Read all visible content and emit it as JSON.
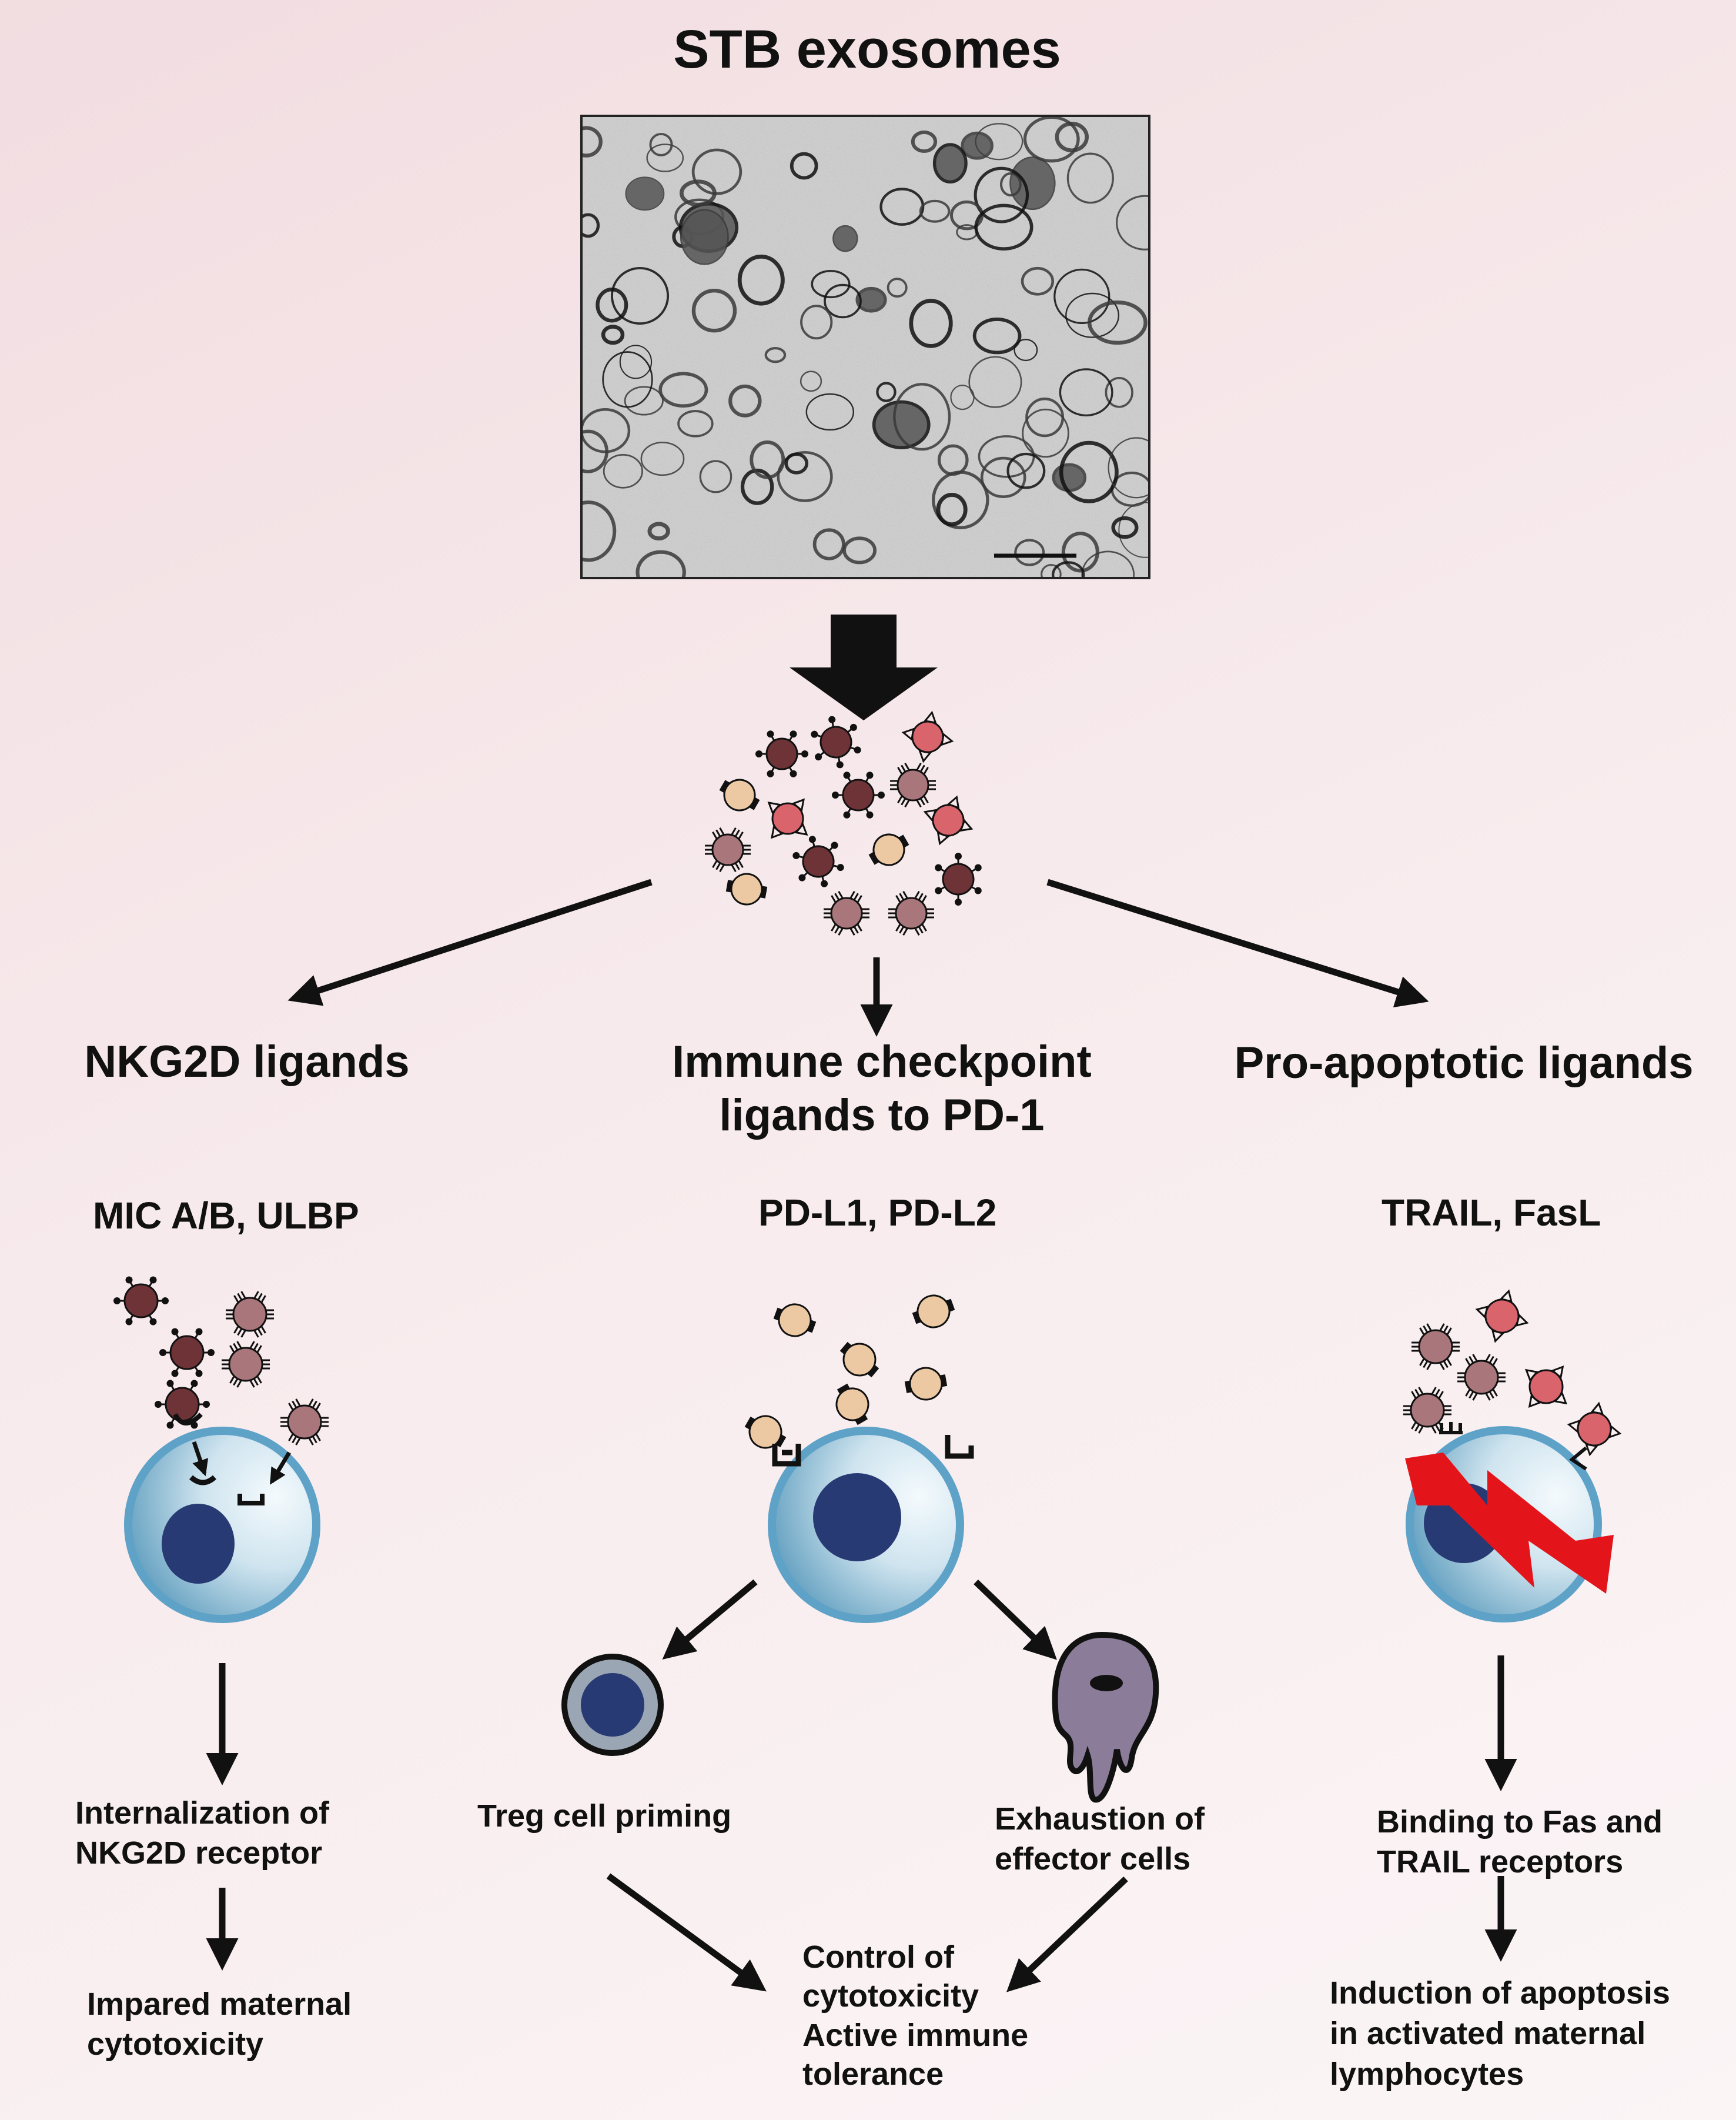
{
  "title": "STB exosomes",
  "branches": {
    "nkg2d": {
      "heading": "NKG2D ligands",
      "ligands": "MIC A/B, ULBP",
      "step1": "Internalization of\nNKG2D receptor",
      "step2": "Impared maternal\ncytotoxicity"
    },
    "checkpoint": {
      "heading": "Immune checkpoint\nligands to PD-1",
      "ligands": "PD-L1, PD-L2",
      "treg": "Treg cell priming",
      "exhaustion": "Exhaustion of\neffector cells",
      "outcome": "Control of\ncytotoxicity\nActive immune\ntolerance"
    },
    "apoptotic": {
      "heading": "Pro-apoptotic ligands",
      "ligands": "TRAIL, FasL",
      "step1": "Binding to Fas and\nTRAIL receptors",
      "step2": "Induction of apoptosis\nin activated maternal\nlymphocytes"
    }
  },
  "colors": {
    "nkg2d_exosome": "#6e3337",
    "nkg2d_exosome_light": "#a9777b",
    "pd_exosome": "#ecc9a3",
    "apoptotic_exosome": "#d9646c",
    "mixed_exosome": "#a9777b",
    "cell_membrane": "#5fa2c8",
    "cell_body_light": "#e9f3f8",
    "cell_body_dark": "#7fb4cf",
    "nucleus": "#283a73",
    "treg_ring": "#9aa6b3",
    "exhausted_cell": "#8b7d99",
    "lightning": "#e4141b",
    "arrow": "#111111"
  }
}
